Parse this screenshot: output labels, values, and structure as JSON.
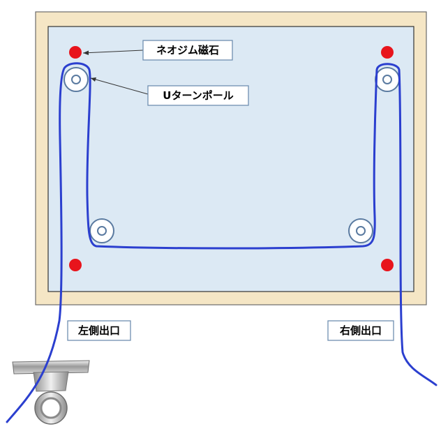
{
  "labels": {
    "magnet": "ネオジム磁石",
    "pole": "Uターンポール",
    "left_exit": "左側出口",
    "right_exit": "右側出口"
  },
  "colors": {
    "frame": "#f5e6c5",
    "board": "#dce9f4",
    "wire": "#2b3fcf",
    "magnet": "#e8141c",
    "pole_ring": "#5a7aa0",
    "label_border": "#6f8fb0"
  },
  "icons": {
    "clip": "binder-clip-icon"
  }
}
